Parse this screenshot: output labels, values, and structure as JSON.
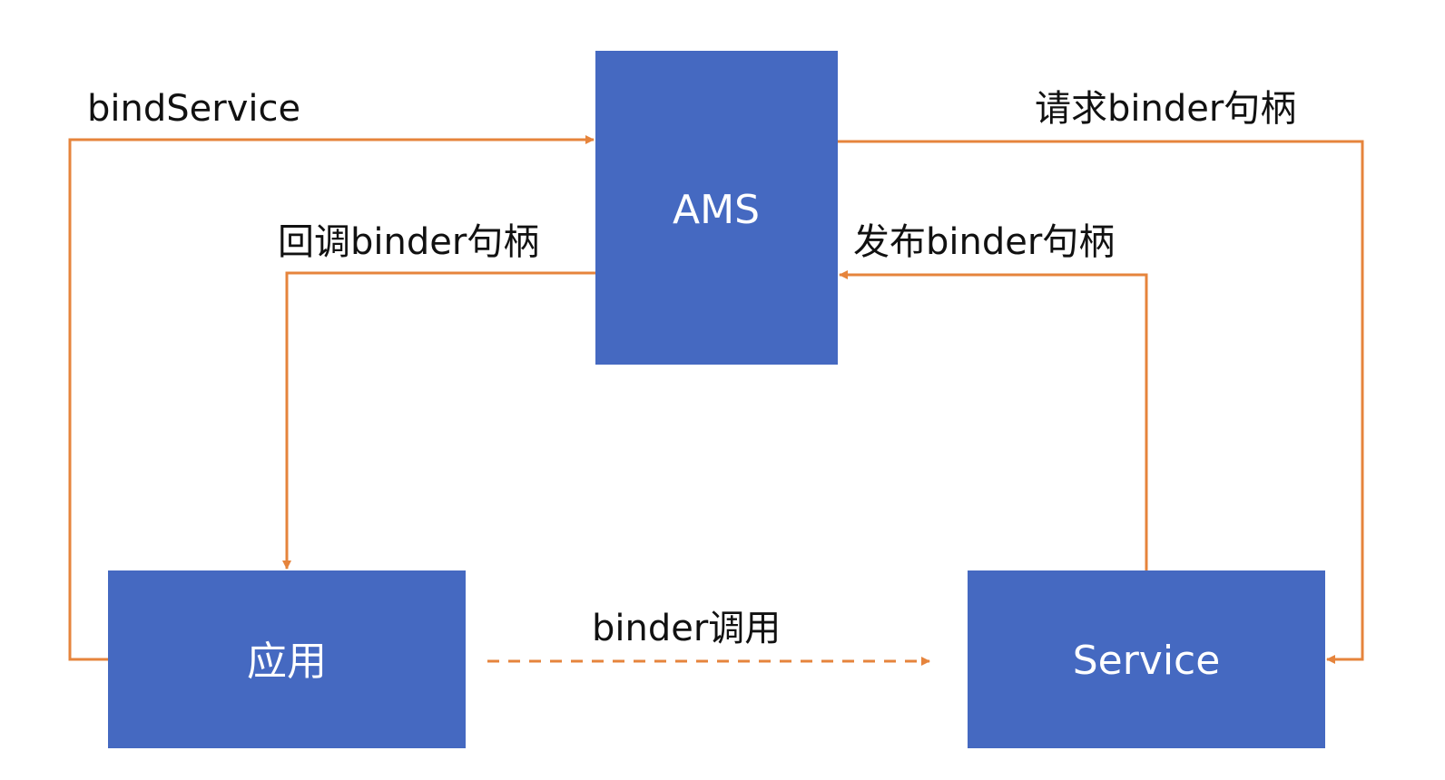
{
  "colors": {
    "node_fill": "#4569C1",
    "edge": "#E6843C",
    "node_text": "#ffffff",
    "label_text": "#111111"
  },
  "nodes": {
    "ams": {
      "label": "AMS"
    },
    "app": {
      "label": "应用"
    },
    "service": {
      "label": "Service"
    }
  },
  "edges": {
    "bind_service": {
      "from": "应用",
      "to": "AMS",
      "label": "bindService"
    },
    "request_binder": {
      "from": "AMS",
      "to": "Service",
      "label": "请求binder句柄"
    },
    "publish_binder": {
      "from": "Service",
      "to": "AMS",
      "label": "发布binder句柄"
    },
    "callback_binder": {
      "from": "AMS",
      "to": "应用",
      "label": "回调binder句柄"
    },
    "binder_call": {
      "from": "应用",
      "to": "Service",
      "label": "binder调用",
      "style": "dashed"
    }
  }
}
